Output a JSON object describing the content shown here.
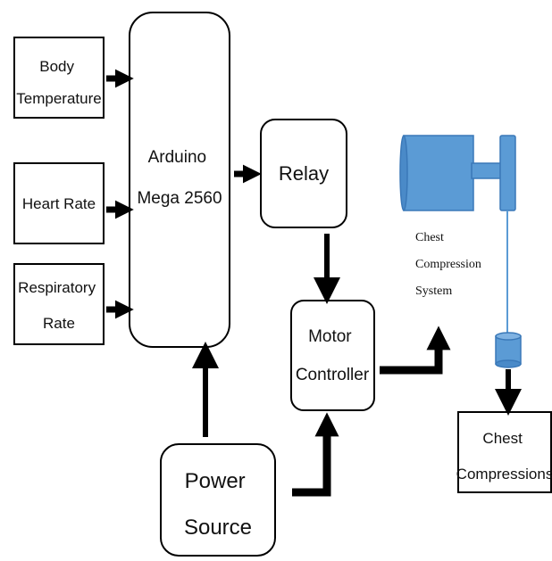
{
  "diagram": {
    "inputs": {
      "body_temperature": [
        "Body",
        "Temperature"
      ],
      "heart_rate": [
        "Heart Rate"
      ],
      "respiratory_rate": [
        "Respiratory",
        "Rate"
      ]
    },
    "arduino": [
      "Arduino",
      "Mega 2560"
    ],
    "relay": [
      "Relay"
    ],
    "motor_controller": [
      "Motor",
      "Controller"
    ],
    "power_source": [
      "Power",
      "Source"
    ],
    "chest_compression_system": [
      "Chest",
      "Compression",
      "System"
    ],
    "chest_compressions": [
      "Chest",
      "Compressions"
    ],
    "colors": {
      "cylinder_fill": "#5b9bd5",
      "cylinder_stroke": "#3a78b8",
      "arrow": "#000000",
      "box_stroke": "#000000"
    }
  }
}
